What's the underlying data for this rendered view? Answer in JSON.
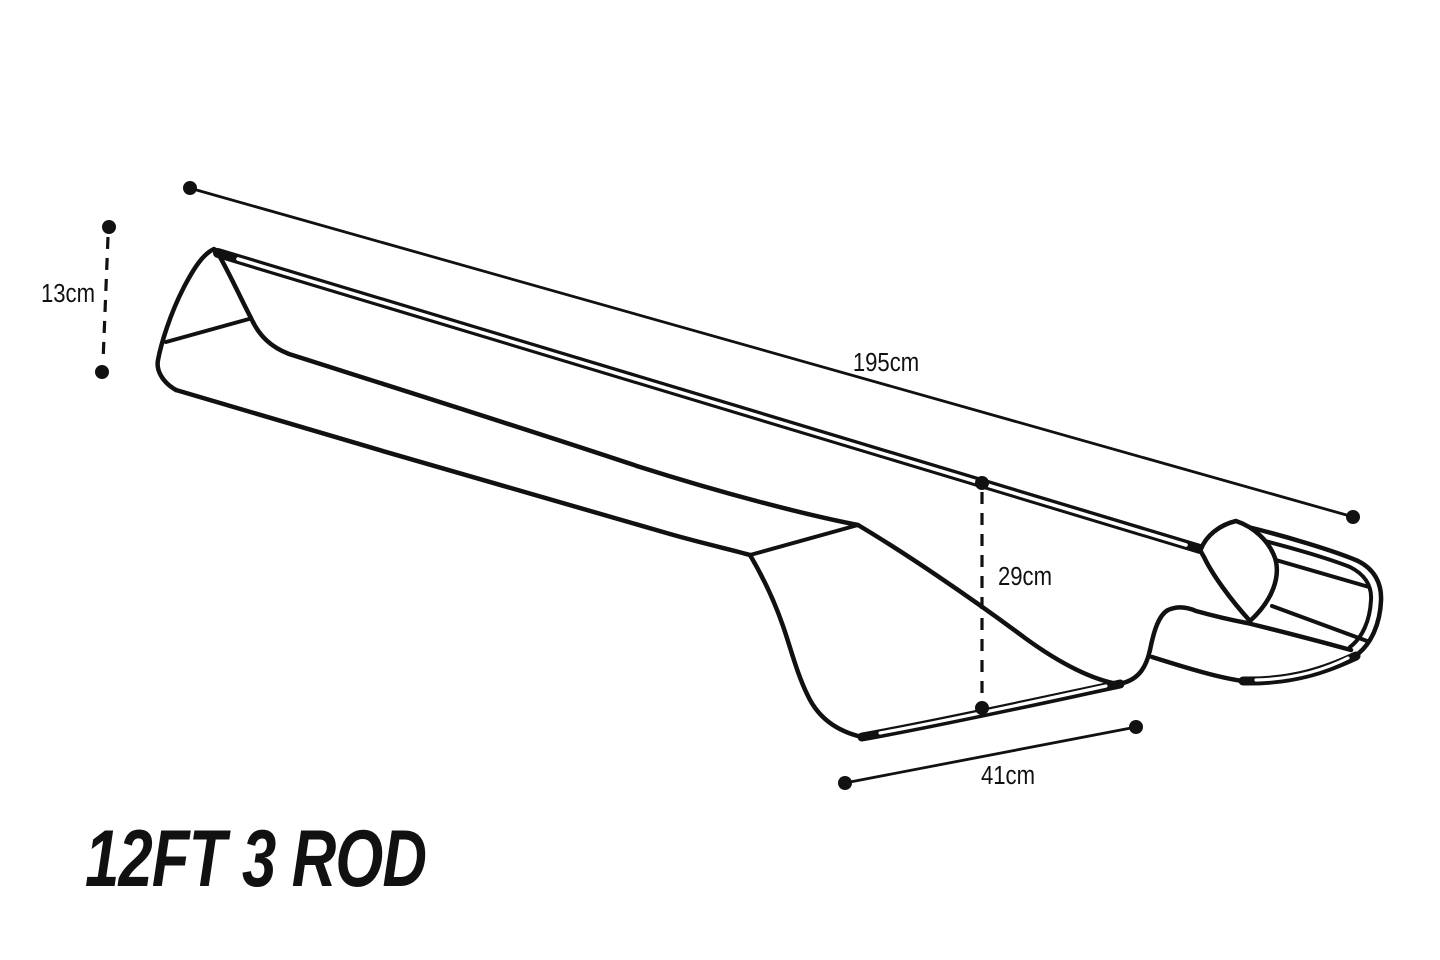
{
  "title": "12FT 3 ROD",
  "dimensions": {
    "height": {
      "label": "13cm"
    },
    "length": {
      "label": "195cm"
    },
    "depth": {
      "label": "29cm"
    },
    "width": {
      "label": "41cm"
    }
  },
  "colors": {
    "line": "#111111",
    "background": "#ffffff"
  }
}
